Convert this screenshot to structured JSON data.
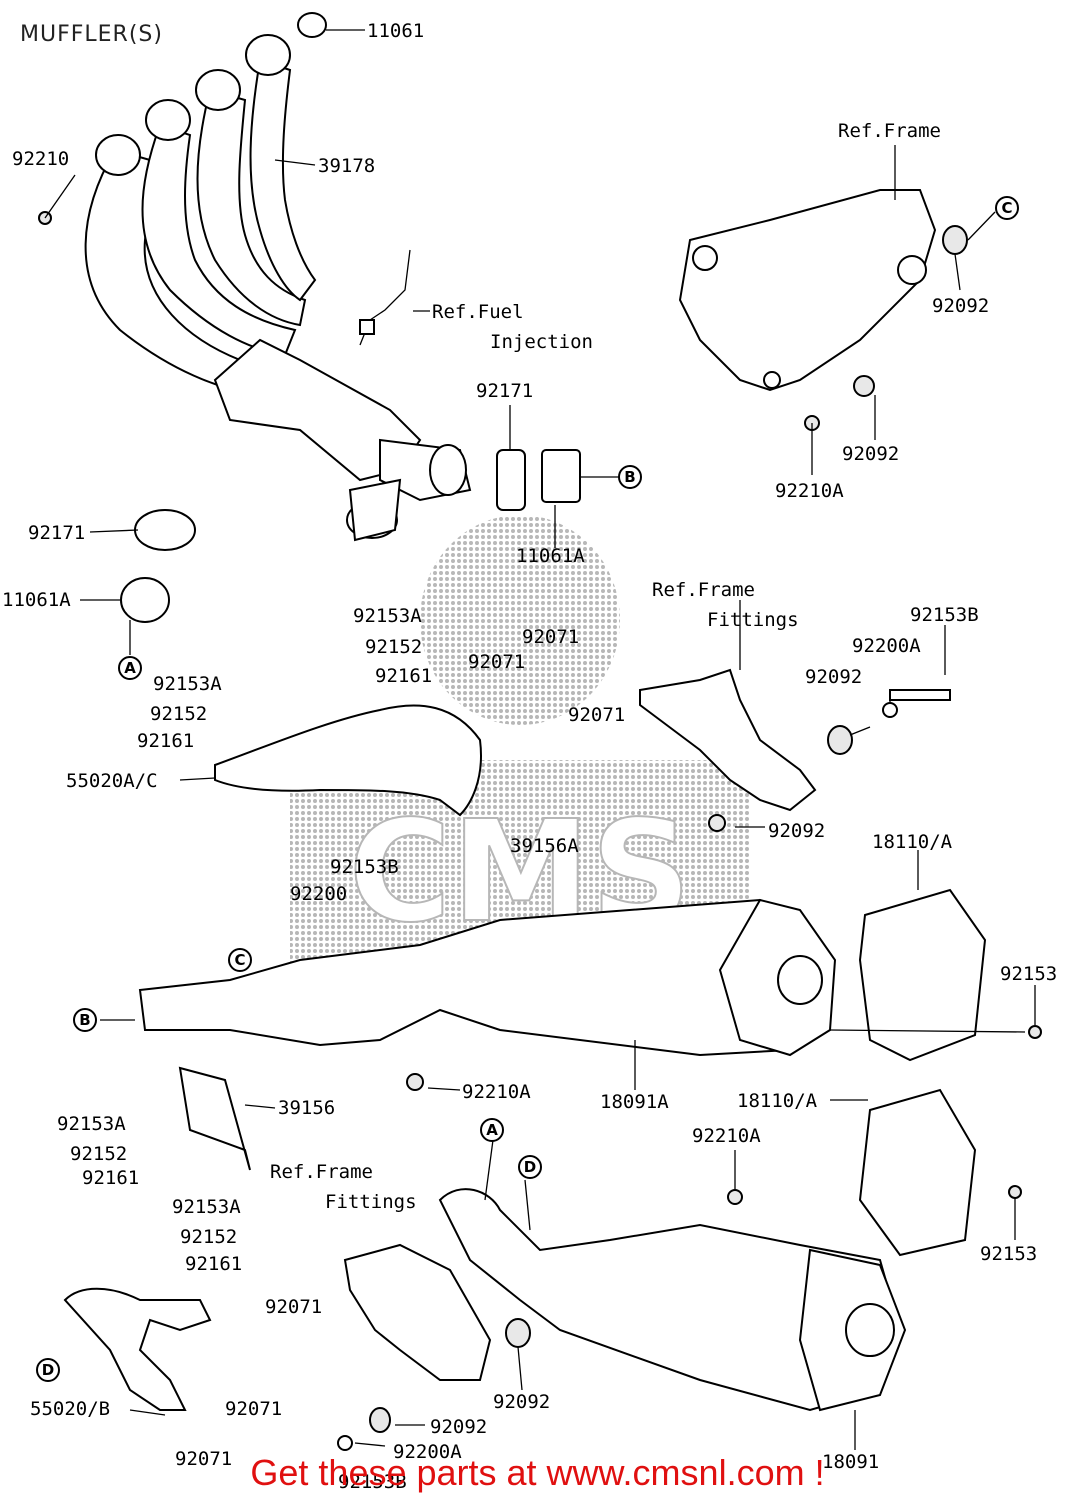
{
  "title": "MUFFLER(S)",
  "footer": "Get these parts at www.cmsnl.com !",
  "labels": {
    "p11061": "11061",
    "p39178": "39178",
    "p92210": "92210",
    "ref_frame_top": "Ref.Frame",
    "c_top": "C",
    "p92092_a": "92092",
    "p92092_b": "92092",
    "p92210A_a": "92210A",
    "ref_fuel_1": "Ref.Fuel",
    "ref_fuel_2": "Injection",
    "p92171_a": "92171",
    "b_top": "B",
    "p11061A_a": "11061A",
    "p92171_b": "92171",
    "p11061A_b": "11061A",
    "a_left": "A",
    "ref_ff1_1": "Ref.Frame",
    "ref_ff1_2": "Fittings",
    "p92153B_a": "92153B",
    "p92200A_a": "92200A",
    "p92092_c": "92092",
    "p92153A_a": "92153A",
    "p92152_a": "92152",
    "p92161_a": "92161",
    "p92071_a": "92071",
    "p92071_b": "92071",
    "p92071_c": "92071",
    "p92153A_b": "92153A",
    "p92152_b": "92152",
    "p92161_b": "92161",
    "p55020AC": "55020A/C",
    "p92092_d": "92092",
    "p39156A": "39156A",
    "p18110A_a": "18110/A",
    "p92153B_b": "92153B",
    "p92200": "92200",
    "c_mid": "C",
    "p92153_a": "92153",
    "b_mid": "B",
    "p92210A_b": "92210A",
    "p18091A": "18091A",
    "p39156": "39156",
    "p18110A_b": "18110/A",
    "p92153A_c": "92153A",
    "p92152_c": "92152",
    "p92161_c": "92161",
    "a_bot": "A",
    "p92210A_c": "92210A",
    "d_bot": "D",
    "ref_ff2_1": "Ref.Frame",
    "ref_ff2_2": "Fittings",
    "p92153_b": "92153",
    "p92153A_d": "92153A",
    "p92152_d": "92152",
    "p92161_d": "92161",
    "p92071_d": "92071",
    "p92071_e": "92071",
    "d_left": "D",
    "p55020B": "55020/B",
    "p92092_e": "92092",
    "p92092_f": "92092",
    "p92200A_b": "92200A",
    "p92071_f": "92071",
    "p92153B_c": "92153B",
    "p18091": "18091"
  },
  "watermark": "CMS"
}
